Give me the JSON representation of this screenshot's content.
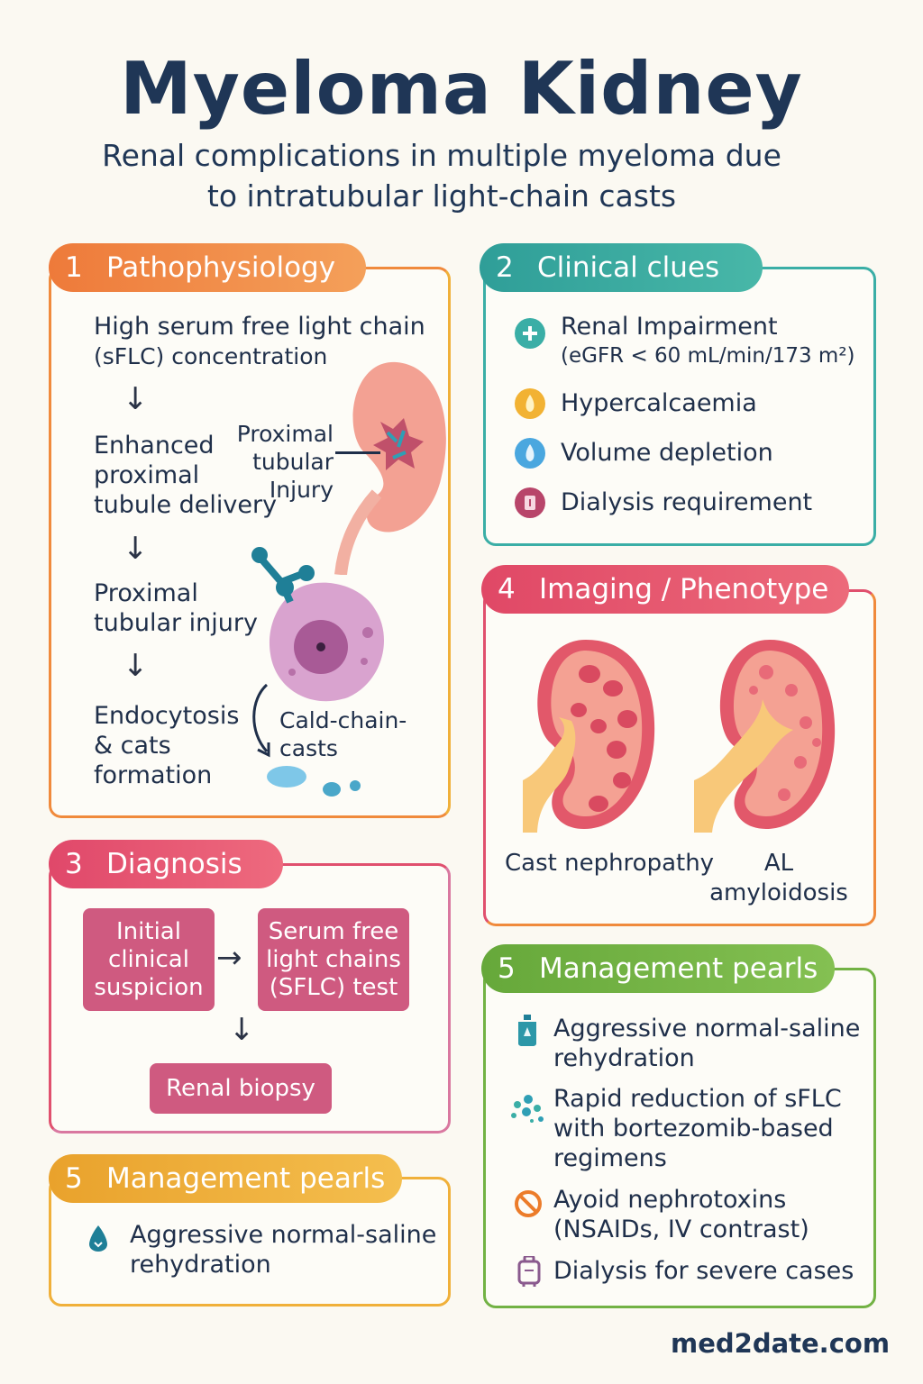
{
  "header": {
    "title": "Myeloma Kidney",
    "subtitle_line1": "Renal complications in multiple myeloma due",
    "subtitle_line2": "to intratubular light-chain casts"
  },
  "pathophysiology": {
    "number": "1",
    "heading": "Pathophysiology",
    "step1_line1": "High serum free light chain",
    "step1_line2": "(sFLC) concentration",
    "step2_line1": "Enhanced",
    "step2_line2": "proximal",
    "step2_line3": "tubule delivery",
    "step3_line1": "Proximal",
    "step3_line2": "tubular injury",
    "step4_line1": "Endocytosis",
    "step4_line2": "& cats",
    "step4_line3": "formation",
    "kidney_label_line1": "Proximal",
    "kidney_label_line2": "tubular",
    "kidney_label_line3": "Injury",
    "cast_label_line1": "Cald-chain-",
    "cast_label_line2": "casts",
    "arrow_glyph": "↓"
  },
  "clinical_clues": {
    "number": "2",
    "heading": "Clinical clues",
    "items": [
      {
        "label": "Renal Impairment",
        "sub": "(eGFR < 60 mL/min/173 m²)",
        "icon": "plus-icon",
        "color": "#3aaea6"
      },
      {
        "label": "Hypercalcaemia",
        "icon": "calcium-drop-icon",
        "color": "#f2b233"
      },
      {
        "label": "Volume depletion",
        "icon": "water-drop-icon",
        "color": "#4aa7df"
      },
      {
        "label": "Dialysis requirement",
        "icon": "dialysis-icon",
        "color": "#b8456a"
      }
    ]
  },
  "diagnosis": {
    "number": "3",
    "heading": "Diagnosis",
    "box1": [
      "Initial",
      "clinical",
      "suspicion"
    ],
    "box2": [
      "Serum free",
      "light chains",
      "(SFLC) test"
    ],
    "box3": "Renal biopsy",
    "arrow_right": "→",
    "arrow_down": "↓"
  },
  "imaging": {
    "number": "4",
    "heading": "Imaging / Phenotype",
    "left_label": "Cast nephropathy",
    "right_label_line1": "AL",
    "right_label_line2": "amyloidosis"
  },
  "management_left": {
    "number": "5",
    "heading": "Management pearls",
    "item_line1": "Aggressive normal-saline",
    "item_line2": "rehydration",
    "icon": "saline-drop-icon"
  },
  "management_right": {
    "number": "5",
    "heading": "Management pearls",
    "items": [
      {
        "lines": [
          "Aggressive normal-saline",
          "rehydration"
        ],
        "icon": "saline-bag-icon"
      },
      {
        "lines": [
          "Rapid reduction of sFLC",
          "with bortezomib-based",
          "regimens"
        ],
        "icon": "molecules-icon"
      },
      {
        "lines": [
          "Ayoid nephrotoxins",
          "(NSAIDs, IV contrast)"
        ],
        "icon": "prohibited-icon"
      },
      {
        "lines": [
          "Dialysis for severe cases"
        ],
        "icon": "dialysis-machine-icon"
      }
    ]
  },
  "footer": {
    "site": "med2date.com"
  },
  "colors": {
    "orange": "#f08a3c",
    "teal": "#3aaea6",
    "crimson": "#e0506e",
    "green": "#72b244",
    "gold": "#f0b03a",
    "navy": "#1f3656"
  }
}
